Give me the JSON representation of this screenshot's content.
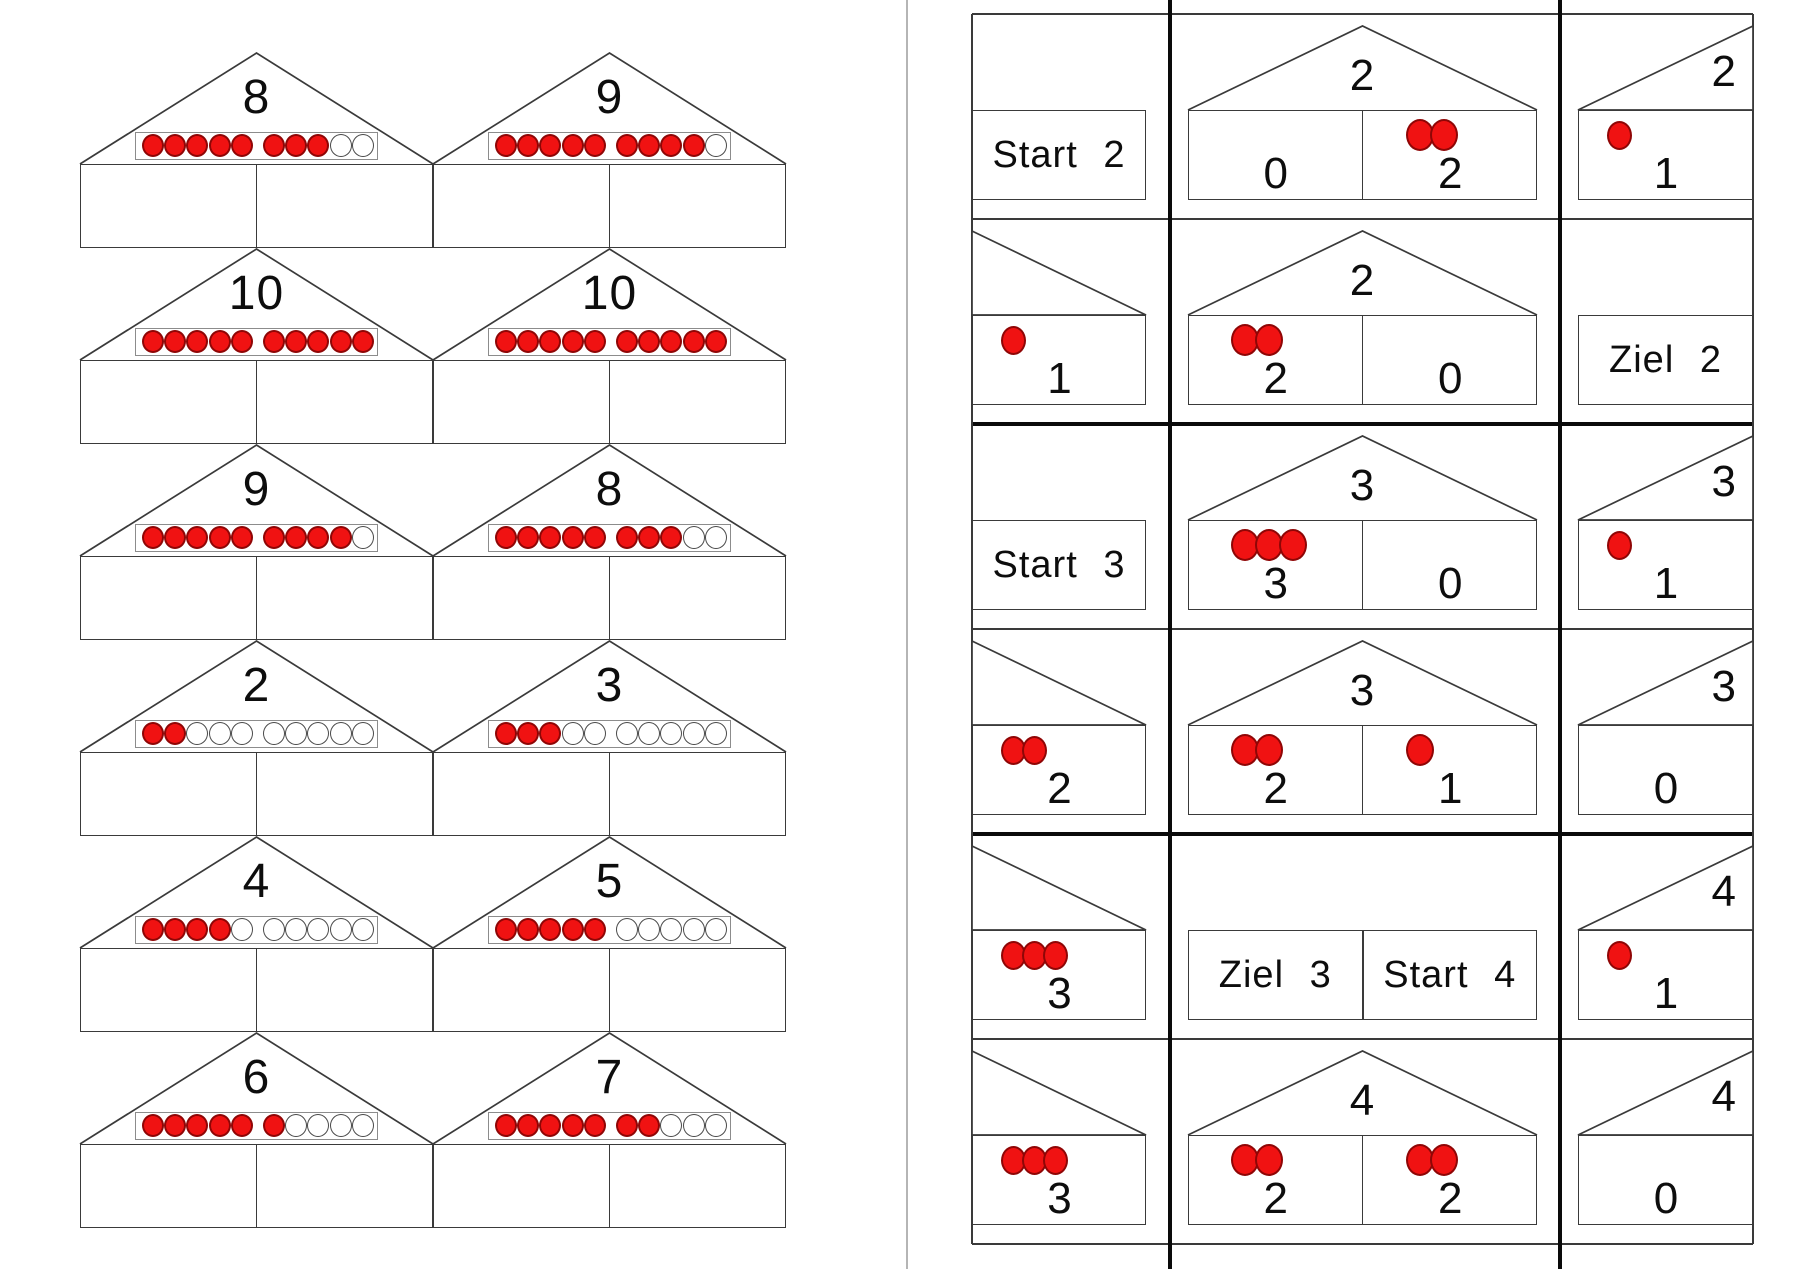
{
  "worksheet": {
    "language": "de",
    "description_left": "Zahlenhaeuser mit Zehnerstreifen",
    "description_right": "Zahlenhaus-Dominos"
  },
  "colors": {
    "line": "#3a3a3a",
    "thick_line": "#0a0a0a",
    "page_divider": "#b5b5b5",
    "strip_border": "#8c8c8c",
    "dot_red": "#f01212",
    "dot_red_outline": "#8f0606",
    "dot_empty_fill": "#ffffff",
    "dot_empty_outline": "#4a4a4a",
    "text": "#0d0d0d"
  },
  "left_panel": {
    "slots_per_house": 10,
    "group_size": 5,
    "houses": [
      {
        "number": "8",
        "filled": 8
      },
      {
        "number": "9",
        "filled": 9
      },
      {
        "number": "10",
        "filled": 10
      },
      {
        "number": "10",
        "filled": 10
      },
      {
        "number": "9",
        "filled": 9
      },
      {
        "number": "8",
        "filled": 8
      },
      {
        "number": "2",
        "filled": 2
      },
      {
        "number": "3",
        "filled": 3
      },
      {
        "number": "4",
        "filled": 4
      },
      {
        "number": "5",
        "filled": 5
      },
      {
        "number": "6",
        "filled": 6
      },
      {
        "number": "7",
        "filled": 7
      }
    ]
  },
  "right_panel": {
    "rows": [
      [
        {
          "kind": "label",
          "col": 0,
          "text": "Start 2"
        },
        {
          "kind": "house",
          "col": 1,
          "roof": "2",
          "left_dots": 0,
          "left_label": "0",
          "right_dots": 2,
          "right_label": "2"
        },
        {
          "kind": "end_right",
          "col": 2,
          "roof": "2",
          "dots": 1,
          "label": "1"
        }
      ],
      [
        {
          "kind": "end_left",
          "col": 0,
          "dots": 1,
          "label": "1"
        },
        {
          "kind": "house",
          "col": 1,
          "roof": "2",
          "left_dots": 2,
          "left_label": "2",
          "right_dots": 0,
          "right_label": "0"
        },
        {
          "kind": "label",
          "col": 2,
          "text": "Ziel 2"
        }
      ],
      [
        {
          "kind": "label",
          "col": 0,
          "text": "Start 3"
        },
        {
          "kind": "house",
          "col": 1,
          "roof": "3",
          "left_dots": 3,
          "left_label": "3",
          "right_dots": 0,
          "right_label": "0"
        },
        {
          "kind": "end_right",
          "col": 2,
          "roof": "3",
          "dots": 1,
          "label": "1"
        }
      ],
      [
        {
          "kind": "end_left",
          "col": 0,
          "dots": 2,
          "label": "2"
        },
        {
          "kind": "house",
          "col": 1,
          "roof": "3",
          "left_dots": 2,
          "left_label": "2",
          "right_dots": 1,
          "right_label": "1"
        },
        {
          "kind": "end_right",
          "col": 2,
          "roof": "3",
          "dots": 0,
          "label": "0"
        }
      ],
      [
        {
          "kind": "end_left",
          "col": 0,
          "dots": 3,
          "label": "3"
        },
        {
          "kind": "label_pair",
          "col": 1,
          "texts": [
            "Ziel 3",
            "Start 4"
          ]
        },
        {
          "kind": "end_right",
          "col": 2,
          "roof": "4",
          "dots": 1,
          "label": "1"
        }
      ],
      [
        {
          "kind": "end_left",
          "col": 0,
          "dots": 3,
          "label": "3"
        },
        {
          "kind": "house",
          "col": 1,
          "roof": "4",
          "left_dots": 2,
          "left_label": "2",
          "right_dots": 2,
          "right_label": "2"
        },
        {
          "kind": "end_right",
          "col": 2,
          "roof": "4",
          "dots": 0,
          "label": "0"
        }
      ]
    ]
  }
}
